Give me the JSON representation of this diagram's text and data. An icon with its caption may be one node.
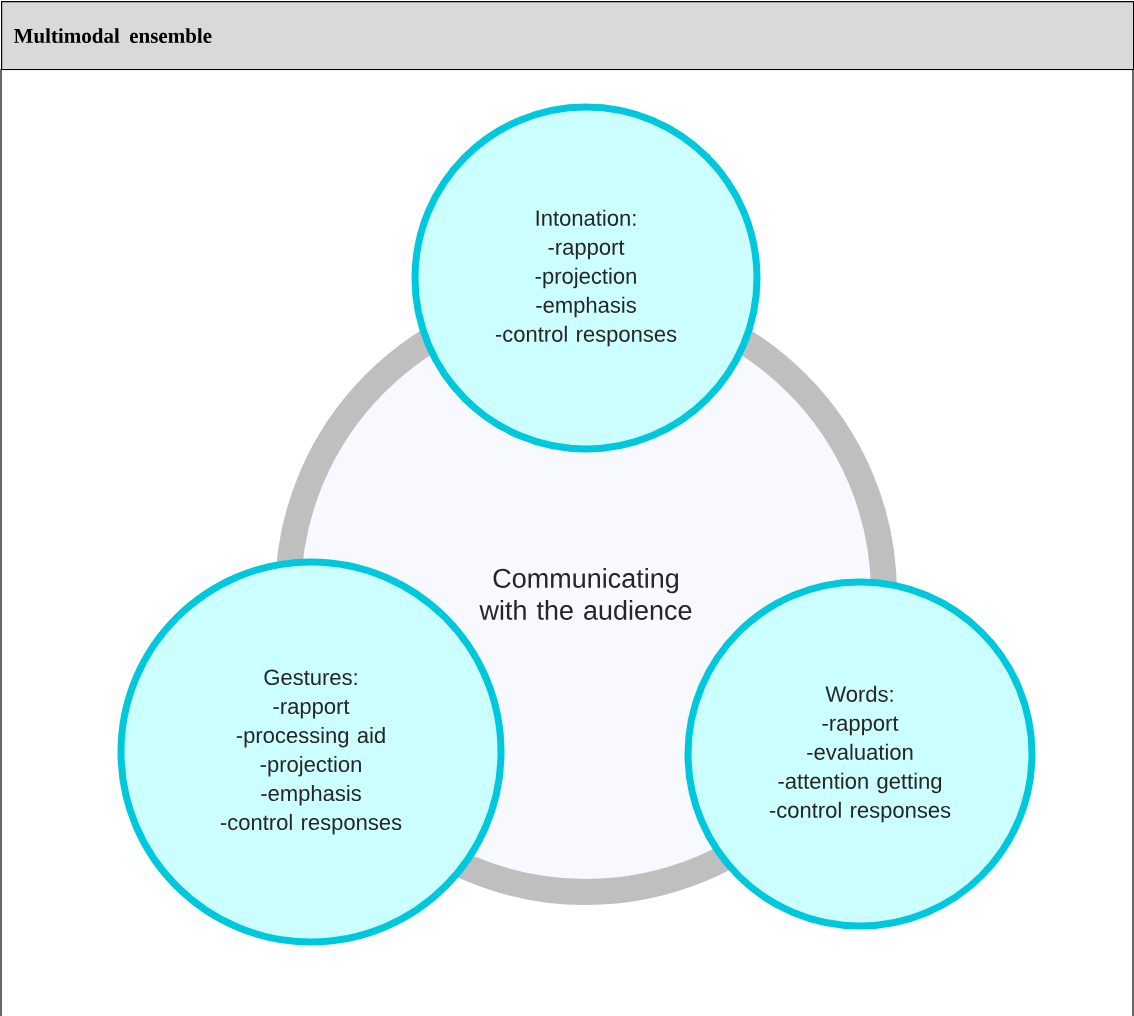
{
  "diagram": {
    "title": "Multimodal ensemble",
    "nodes": [
      {
        "text": [
          "Communicating with the audience"
        ]
      },
      {
        "text": [
          "Intonation:",
          "-rapport",
          "-projection",
          "-emphasis",
          "-control responses"
        ]
      },
      {
        "text": [
          "Gestures:",
          "-rapport",
          "-processing aid",
          "-projection",
          "-emphasis",
          "-control responses"
        ]
      },
      {
        "text": [
          "Words:",
          "-rapport",
          "-evaluation",
          "-attention getting",
          "-control responses"
        ]
      }
    ]
  }
}
